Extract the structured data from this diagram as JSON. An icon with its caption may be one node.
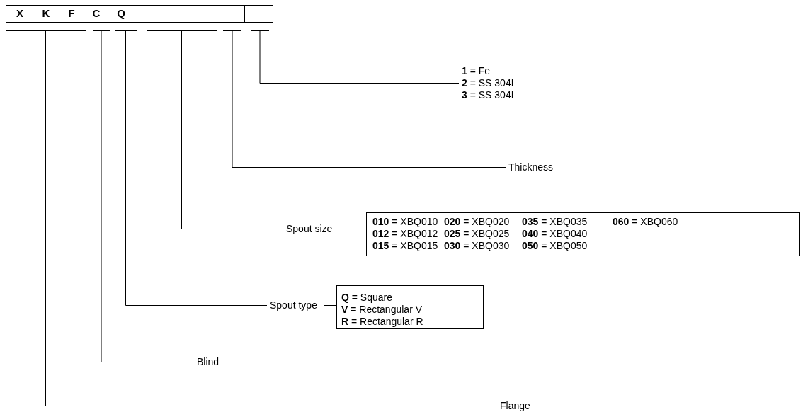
{
  "diagram": {
    "nodes": [
      {
        "text": [],
        "shape": "bar"
      },
      {
        "text": [],
        "shape": "bar"
      },
      {
        "text": [],
        "shape": "bar"
      },
      {
        "text": [],
        "shape": "bar"
      },
      {
        "text": [],
        "shape": "bar"
      },
      {
        "text": [],
        "shape": "bar"
      },
      {
        "text": [
          "**1** = Fe",
          "**2** = SS 304L",
          "**3** = SS 304L"
        ]
      },
      {
        "text": [
          "Thickness"
        ]
      },
      {
        "text": [
          "Spout size"
        ]
      },
      {
        "text": [
          "**010** = XBQ010",
          "**020** = XBQ020",
          "**035** = XBQ035",
          "**060** = XBQ060",
          "**012** = XBQ012",
          "**025** = XBQ025",
          "**040** = XBQ040",
          "**015** = XBQ015",
          "**030** = XBQ030",
          "**050** = XBQ050"
        ]
      },
      {
        "text": [
          "Spout type"
        ]
      },
      {
        "text": [
          "**Q** = Square",
          "**V** = Rectangular V",
          "**R** = Rectangular R"
        ]
      },
      {
        "text": [
          "Blind"
        ]
      },
      {
        "text": [
          "Flange"
        ]
      }
    ],
    "edges": [
      {
        "from": 5,
        "to": 6,
        "arrow": "none"
      },
      {
        "from": 4,
        "to": 7,
        "arrow": "none"
      },
      {
        "from": 3,
        "to": 8,
        "arrow": "none"
      },
      {
        "from": 8,
        "to": 9,
        "arrow": "none"
      },
      {
        "from": 2,
        "to": 10,
        "arrow": "none"
      },
      {
        "from": 10,
        "to": 11,
        "arrow": "none"
      },
      {
        "from": 1,
        "to": 12,
        "arrow": "none"
      },
      {
        "from": 0,
        "to": 13,
        "arrow": "none"
      }
    ],
    "labels": [
      "X",
      "K",
      "F",
      "C",
      "Q",
      "_",
      "_",
      "_",
      "_",
      "_"
    ]
  }
}
